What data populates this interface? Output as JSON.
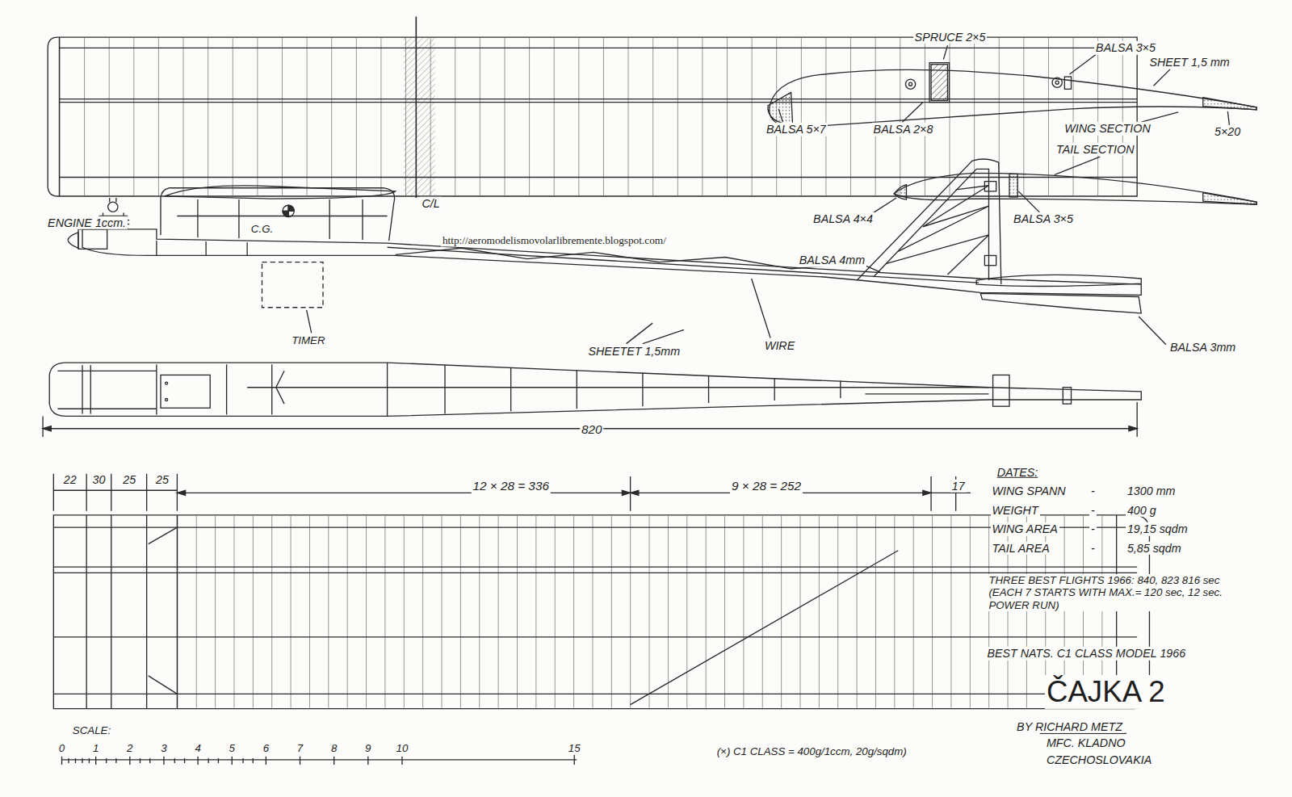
{
  "diagram": {
    "title": "ČAJKA 2",
    "labels": [
      "SPRUCE 2×5",
      "BALSA 3×5",
      "SHEET 1,5 mm",
      "BALSA 5×7",
      "BALSA 2×8",
      "WING SECTION",
      "5×20",
      "TAIL SECTION",
      "ENGINE 1ccm.",
      "C.G.",
      "C/L",
      "http://aeromodelismovolarlibremente.blogspot.com/",
      "BALSA 4×4",
      "BALSA 3×5",
      "BALSA 4mm",
      "TIMER",
      "SHEETET 1,5mm",
      "WIRE",
      "BALSA 3mm",
      "820",
      "22",
      "30",
      "25",
      "25",
      "12 × 28 = 336",
      "9 × 28 = 252",
      "17",
      "DATES:",
      "WING SPANN",
      "-",
      "1300 mm",
      "WEIGHT",
      "-",
      "400 g",
      "WING AREA",
      "-",
      "19,15 sqdm",
      "TAIL AREA",
      "-",
      "5,85 sqdm",
      "THREE BEST FLIGHTS 1966: 840, 823 816 sec (EACH 7 STARTS WITH MAX.= 120 sec, 12 sec. POWER RUN)",
      "BEST NATS. C1 CLASS MODEL 1966",
      "BY RICHARD METZ",
      "MFC. KLADNO",
      "CZECHOSLOVAKIA",
      "SCALE:",
      "0",
      "1",
      "2",
      "3",
      "4",
      "5",
      "6",
      "7",
      "8",
      "9",
      "10",
      "15",
      "(×) C1 CLASS = 400g/1ccm, 20g/sqdm)"
    ]
  }
}
